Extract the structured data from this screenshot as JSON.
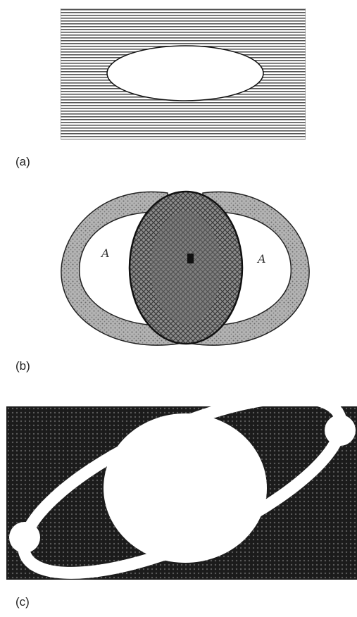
{
  "panels": [
    {
      "label": "(a)"
    },
    {
      "label": "(b)",
      "annotations": [
        "A",
        "A"
      ]
    },
    {
      "label": "(c)"
    }
  ],
  "colors": {
    "ink": "#1f1f1f",
    "paper": "#ffffff",
    "gray_band": "#9a9a9a",
    "dark_field": "#222222"
  }
}
